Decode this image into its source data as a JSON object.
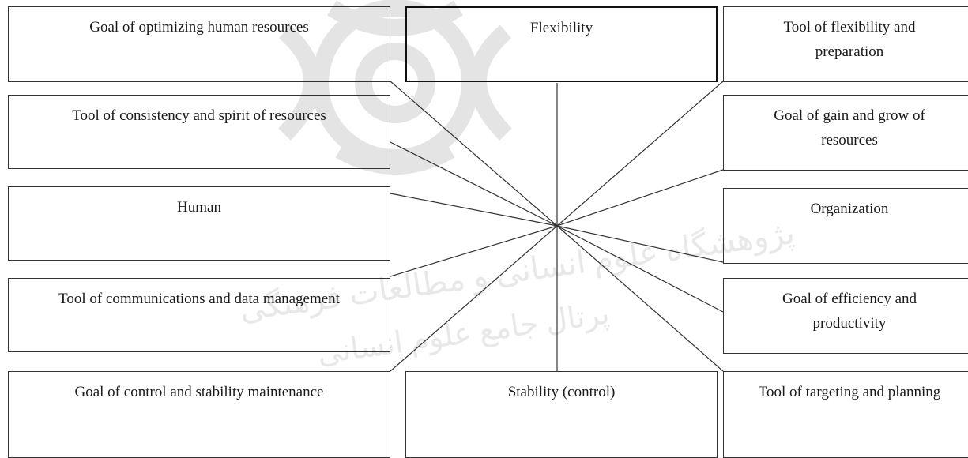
{
  "center": {
    "top_label": "Flexibility",
    "bottom_label": "Stability (control)"
  },
  "left_boxes": [
    "Goal of optimizing human resources",
    "Tool of consistency and spirit of resources",
    "Human",
    "Tool of communications and data management",
    "Goal of control and stability maintenance"
  ],
  "right_boxes": [
    "Tool of flexibility and preparation",
    "Goal of gain and grow of resources",
    "Organization",
    "Goal of efficiency and productivity",
    "Tool of targeting and planning"
  ],
  "watermark": {
    "line1": "پژوهشگاه علوم انسانی و مطالعات فرهنگی",
    "line2": "پرتال جامع علوم انسانی"
  }
}
